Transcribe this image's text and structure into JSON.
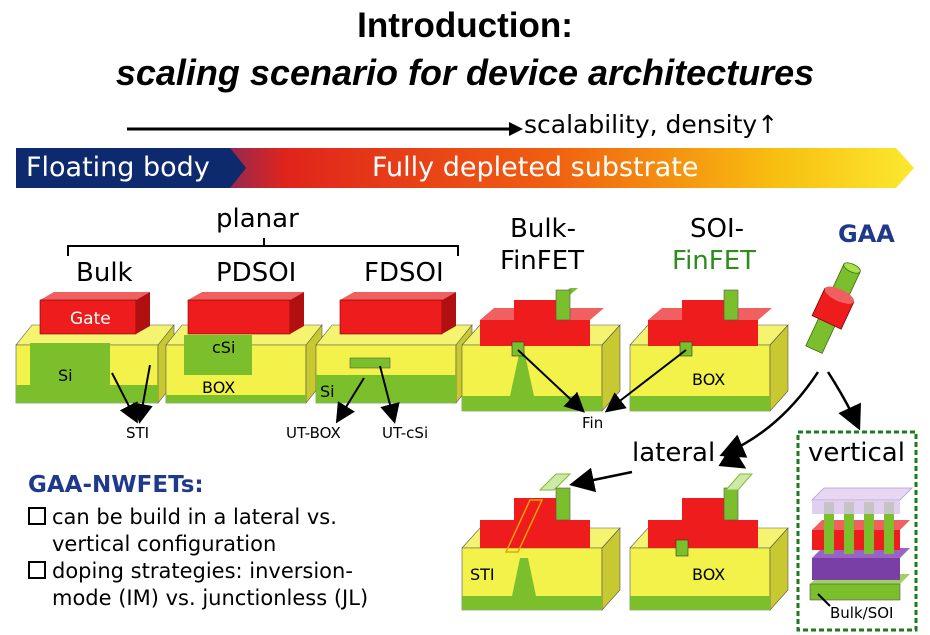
{
  "title": {
    "line1": "Introduction:",
    "line2": "scaling scenario for device architectures"
  },
  "scalability": "scalability, density↑",
  "banner": {
    "left": "Floating body",
    "right": "Fully depleted substrate"
  },
  "groups": {
    "planar": "planar",
    "lateral": "lateral",
    "vertical": "vertical"
  },
  "devices": {
    "bulk": "Bulk",
    "pdsoi": "PDSOI",
    "fdsoi": "FDSOI",
    "bulk_finfet_1": "Bulk-",
    "bulk_finfet_2": "FinFET",
    "soi_finfet_1": "SOI-",
    "soi_finfet_2": "FinFET",
    "gaa": "GAA"
  },
  "parts": {
    "gate": "Gate",
    "si": "Si",
    "csi": "cSi",
    "box": "BOX",
    "si2": "Si",
    "box_soi_finfet": "BOX",
    "sti_lateral": "STI",
    "box_lateral": "BOX"
  },
  "callouts": {
    "sti": "STI",
    "ut_box": "UT-BOX",
    "ut_csi": "UT-cSi",
    "fin": "Fin",
    "bulk_soi": "Bulk/SOI"
  },
  "bullets": {
    "heading": "GAA-NWFETs:",
    "items": [
      {
        "line1": "can be build in a lateral vs.",
        "line2": "vertical configuration"
      },
      {
        "line1": "doping strategies: inversion-",
        "line2": "mode (IM) vs. junctionless (JL)"
      }
    ]
  },
  "colors": {
    "yellow": "#f2f24a",
    "green": "#7cbf2c",
    "red": "#ee1c1c",
    "purple": "#7a3fa6",
    "navy": "#1f3a8a",
    "darkgreen": "#2e8b1e"
  }
}
